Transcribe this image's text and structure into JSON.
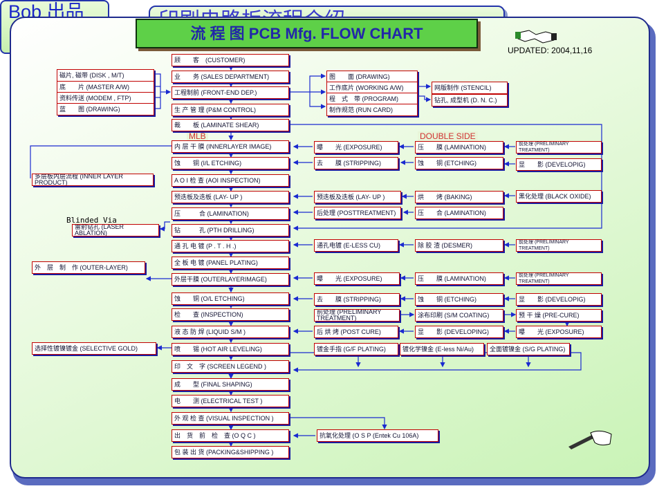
{
  "header": {
    "bob_label": "Bob 出品",
    "banner_text": "印刷电路板流程介绍",
    "title": "流 程 图 PCB Mfg. FLOW CHART",
    "updated": "UPDATED: 2004,11,16"
  },
  "labels": {
    "mlb": "MLB",
    "double_side": "DOUBLE SIDE",
    "blinded_via": "Blinded Via"
  },
  "main_flow": [
    "顾　　客　(CUSTOMER)",
    "业　　务 (SALES DEPARTMENT)",
    "工程制前 (FRONT-END DEP.)",
    "生 产 管 理 (P&M CONTROL)",
    "裁　　板 (LAMINATE SHEAR)",
    "内 层 干 膜 (INNERLAYER IMAGE)",
    "蚀　　铜 (I/L ETCHING)",
    "A O I 检 查 (AOI INSPECTION)",
    "预迭板及迭板 (LAY- UP )",
    "压　　　合 (LAMINATION)",
    "钻　　　孔 (PTH DRILLING)",
    "通 孔 电 镀 (P . T . H .)",
    "全 板 电 镀 (PANEL PLATING)",
    "外层干膜 (OUTERLAYERIMAGE)",
    "蚀　　铜 (O/L ETCHING)",
    "检　　查 (INSPECTION)",
    "液 态 防 焊 (LIQUID S/M )",
    "喷　　锡 (HOT AIR LEVELING)",
    "印　文　字 (SCREEN LEGEND )",
    "成　　型 (FINAL SHAPING)",
    "电　　测 (ELECTRICAL TEST )",
    "外 观 检 查 (VISUAL INSPECTION )",
    "出　货　前　检　查 (O Q C )",
    "包 装 出 货 (PACKING&SHIPPING )"
  ],
  "inputs_left": [
    "磁片, 磁带 (DISK , M/T)",
    "底　　片 (MASTER A/W)",
    "资料传送 (MODEM , FTP)",
    "蓝　　图 (DRAWING)"
  ],
  "frontend_outputs": [
    "图　　面 (DRAWING)",
    "工作底片 (WORKING A/W)",
    "程　式　带 (PROGRAM)",
    "制作规范 (RUN CARD)"
  ],
  "tooling_outputs": [
    "网版制作 (STENCIL)",
    "钻孔, 成型机 (D. N. C.)"
  ],
  "left_side": [
    "多层板内层流程 (INNER LAYER PRODUCT)",
    "雷射钻孔 (LASER ABLATION)",
    "外　层　制　作 (OUTER-LAYER)",
    "选择性镀镍镀金 (SELECTIVE GOLD)"
  ],
  "col2": [
    "曝　　光 (EXPOSURE)",
    "去　　膜 (STRIPPING)",
    "预迭板及迭板 (LAY- UP )",
    "后处理 (POSTTREATMENT)",
    "通孔电镀 (E-LESS CU)",
    "曝　　光 (EXPOSURE)",
    "去　　膜 (STRIPPING)",
    "前处理 (PRELIMINARY TREATMENT)",
    "后 烘 烤 (POST CURE)",
    "镀金手指 (G/F PLATING)",
    "镀化学镍金 (E-less Ni/Au)",
    "抗氧化处理 (O S P (Entek Cu 106A)"
  ],
  "col3": [
    "压　　膜 (LAMINATION)",
    "蚀　　铜 (ETCHING)",
    "烘　　烤 (BAKING)",
    "压　　合 (LAMINATION)",
    "除 胶 渣 (DESMER)",
    "压　　膜 (LAMINATION)",
    "蚀　　铜 (ETCHING)",
    "涂布印刷 (S/M COATING)",
    "显　　影 (DEVELOPING)",
    "全面镀镍金 (S/G PLATING)"
  ],
  "col4": [
    "前处理 (PRELIMINARY TREATMENT)",
    "显　　影 (DEVELOPIG)",
    "黑化处理 (BLACK OXIDE)",
    "前处理 (PRELIMINARY TREATMENT)",
    "前处理 (PRELIMINARY TREATMENT)",
    "显　　影 (DEVELOPIG)",
    "预 干 燥 (PRE-CURE)",
    "曝　　光 (EXPOSURE)"
  ],
  "colors": {
    "box_border": "#c00000",
    "box_shadow": "#1a1aa0",
    "arrow": "#1a2ad0",
    "title_bg": "#5ed048"
  }
}
